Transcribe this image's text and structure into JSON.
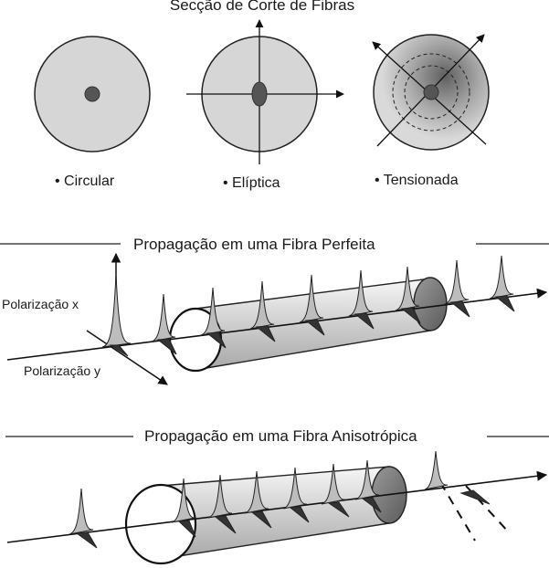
{
  "title": "Secção de Corte de Fibras",
  "cross_sections": [
    {
      "label": "• Circular"
    },
    {
      "label": "• Elíptica"
    },
    {
      "label": "• Tensionada"
    }
  ],
  "perfect": {
    "heading": "Propagação em uma Fibra Perfeita",
    "pol_x": "Polarização x",
    "pol_y": "Polarização y"
  },
  "aniso": {
    "heading": "Propagação em uma Fibra Anisotrópica"
  }
}
